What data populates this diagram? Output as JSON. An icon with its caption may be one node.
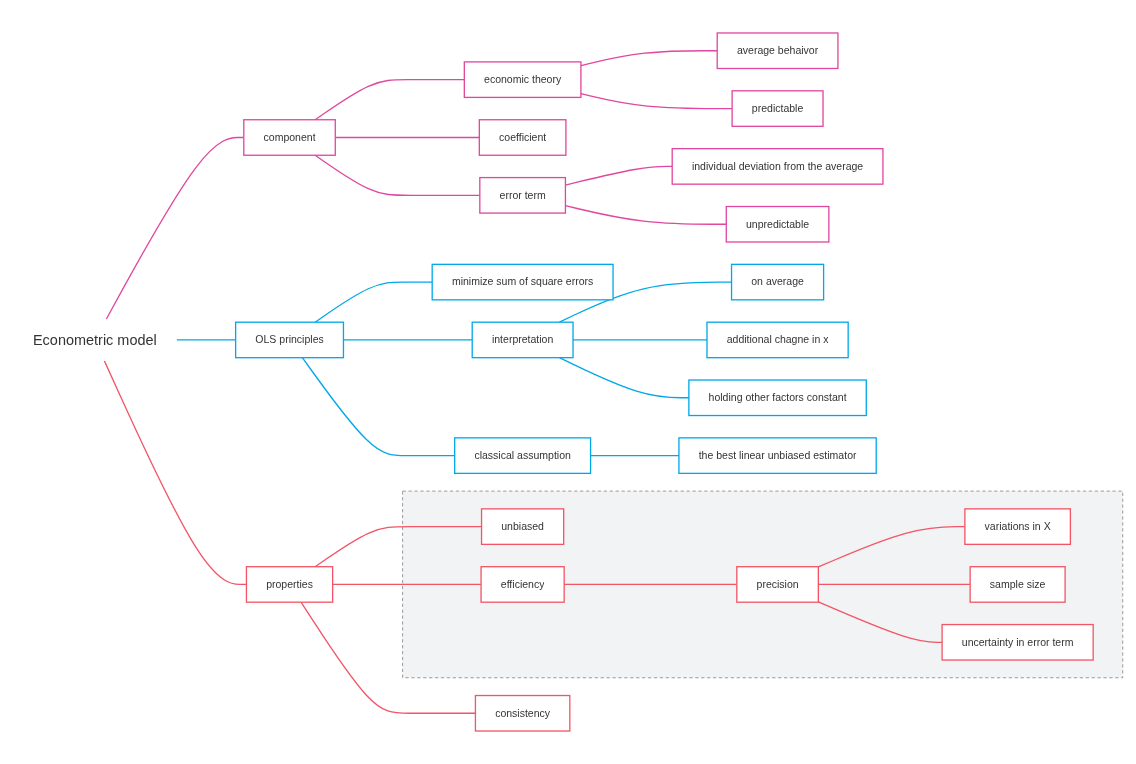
{
  "diagram": {
    "nodes": [
      {
        "text": [
          "Econometric model"
        ]
      },
      {
        "text": [
          "component"
        ]
      },
      {
        "text": [
          "economic theory"
        ]
      },
      {
        "text": [
          "average behaivor"
        ]
      },
      {
        "text": [
          "predictable"
        ]
      },
      {
        "text": [
          "coefficient"
        ]
      },
      {
        "text": [
          "error term"
        ]
      },
      {
        "text": [
          "individual deviation from the average"
        ]
      },
      {
        "text": [
          "unpredictable"
        ]
      },
      {
        "text": [
          "OLS principles"
        ]
      },
      {
        "text": [
          "minimize sum of square errors"
        ]
      },
      {
        "text": [
          "interpretation"
        ]
      },
      {
        "text": [
          "on average"
        ]
      },
      {
        "text": [
          "additional chagne in x"
        ]
      },
      {
        "text": [
          "holding other factors constant"
        ]
      },
      {
        "text": [
          "classical assumption"
        ]
      },
      {
        "text": [
          "the best linear unbiased estimator"
        ]
      },
      {
        "text": [
          "properties"
        ]
      },
      {
        "text": [],
        "shape": "box"
      },
      {
        "text": [
          "unbiased"
        ],
        "in": 18
      },
      {
        "text": [
          "efficiency"
        ],
        "in": 18
      },
      {
        "text": [
          "precision"
        ],
        "in": 18
      },
      {
        "text": [
          "variations in X"
        ],
        "in": 18
      },
      {
        "text": [
          "sample size"
        ],
        "in": 18
      },
      {
        "text": [
          "uncertainty in error term"
        ],
        "in": 18
      },
      {
        "text": [
          "consistency"
        ]
      }
    ],
    "edges": [
      {
        "from": 0,
        "to": 1,
        "arrow": "none",
        "color": "#e0479e"
      },
      {
        "from": 1,
        "to": 2,
        "arrow": "none",
        "color": "#e0479e"
      },
      {
        "from": 2,
        "to": 3,
        "arrow": "none",
        "color": "#e0479e"
      },
      {
        "from": 2,
        "to": 4,
        "arrow": "none",
        "color": "#e0479e"
      },
      {
        "from": 1,
        "to": 5,
        "arrow": "none",
        "color": "#e0479e"
      },
      {
        "from": 1,
        "to": 6,
        "arrow": "none",
        "color": "#e0479e"
      },
      {
        "from": 6,
        "to": 7,
        "arrow": "none",
        "color": "#e0479e"
      },
      {
        "from": 6,
        "to": 8,
        "arrow": "none",
        "color": "#e0479e"
      },
      {
        "from": 0,
        "to": 9,
        "arrow": "none",
        "color": "#00a8e8"
      },
      {
        "from": 9,
        "to": 10,
        "arrow": "none",
        "color": "#00a8e8"
      },
      {
        "from": 9,
        "to": 11,
        "arrow": "none",
        "color": "#00a8e8"
      },
      {
        "from": 11,
        "to": 12,
        "arrow": "none",
        "color": "#00a8e8"
      },
      {
        "from": 11,
        "to": 13,
        "arrow": "none",
        "color": "#00a8e8"
      },
      {
        "from": 11,
        "to": 14,
        "arrow": "none",
        "color": "#00a8e8"
      },
      {
        "from": 9,
        "to": 15,
        "arrow": "none",
        "color": "#00a8e8"
      },
      {
        "from": 15,
        "to": 16,
        "arrow": "none",
        "color": "#00a8e8"
      },
      {
        "from": 0,
        "to": 17,
        "arrow": "none",
        "color": "#f25565"
      },
      {
        "from": 17,
        "to": 19,
        "arrow": "none",
        "color": "#f25565"
      },
      {
        "from": 17,
        "to": 20,
        "arrow": "none",
        "color": "#f25565"
      },
      {
        "from": 20,
        "to": 21,
        "arrow": "none",
        "color": "#f25565"
      },
      {
        "from": 21,
        "to": 22,
        "arrow": "none",
        "color": "#f25565"
      },
      {
        "from": 21,
        "to": 23,
        "arrow": "none",
        "color": "#f25565"
      },
      {
        "from": 21,
        "to": 24,
        "arrow": "none",
        "color": "#f25565"
      },
      {
        "from": 17,
        "to": 25,
        "arrow": "none",
        "color": "#f25565"
      }
    ]
  }
}
